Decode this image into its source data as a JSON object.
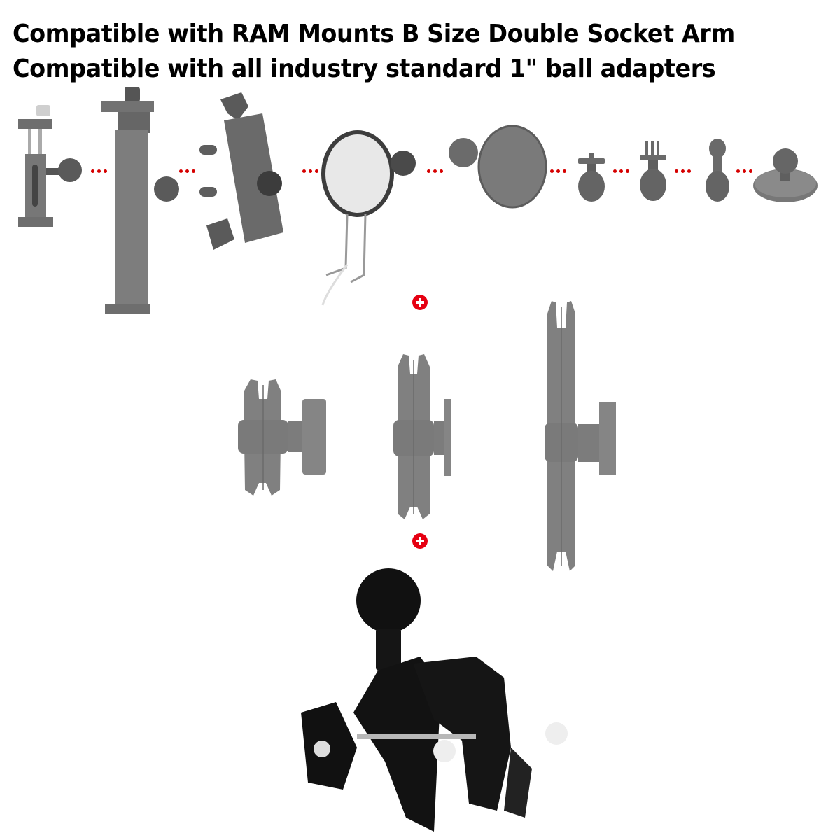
{
  "headline": {
    "line1": "Compatible with RAM Mounts B Size Double Socket Arm",
    "line2": "Compatible with all industry standard 1\" ball adapters"
  },
  "adapters": [
    {
      "name": "small-phone-clamp-with-ball"
    },
    {
      "name": "tablet-clamp-with-ball"
    },
    {
      "name": "x-grip-phone-holder-with-ball"
    },
    {
      "name": "magsafe-charger-mount-with-ball"
    },
    {
      "name": "round-magnet-plate-with-ball"
    },
    {
      "name": "quarter-inch-screw-ball-adapter"
    },
    {
      "name": "gopro-ball-adapter"
    },
    {
      "name": "double-ball-adapter"
    },
    {
      "name": "round-base-ball-adapter"
    }
  ],
  "arms": [
    {
      "name": "short-double-socket-arm"
    },
    {
      "name": "medium-double-socket-arm"
    },
    {
      "name": "long-double-socket-arm"
    }
  ],
  "base": {
    "name": "super-clamp-with-ball"
  },
  "icons": {
    "separator": "dots-separator-icon",
    "combine": "plus-icon"
  },
  "colors": {
    "accent": "#e60012",
    "dots": "#d60000",
    "gray_part": "#7a7a7a",
    "black_part": "#111111"
  }
}
